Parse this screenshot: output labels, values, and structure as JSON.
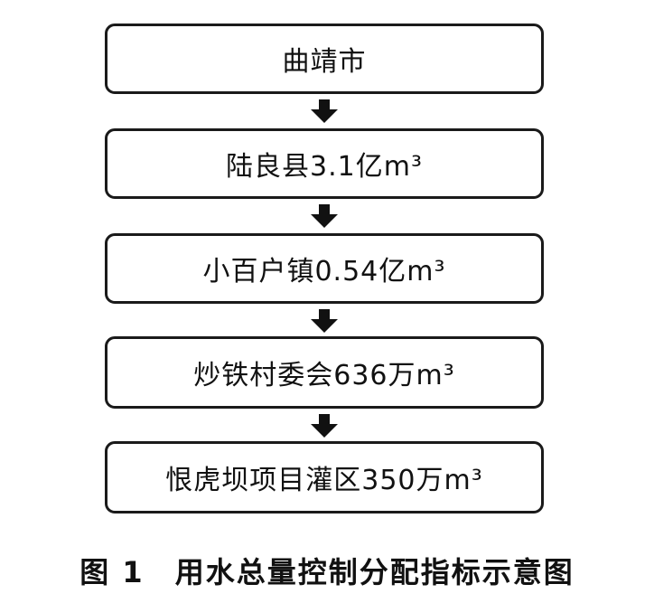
{
  "flow": {
    "levels": [
      "曲靖市",
      "陆良县3.1亿m³",
      "小百户镇0.54亿m³",
      "炒铁村委会636万m³",
      "恨虎坝项目灌区350万m³"
    ]
  },
  "caption": {
    "figure_number": "图 1",
    "title": "用水总量控制分配指标示意图"
  },
  "colors": {
    "box_border": "#1a1a1a",
    "arrow": "#111111",
    "text": "#111111"
  }
}
